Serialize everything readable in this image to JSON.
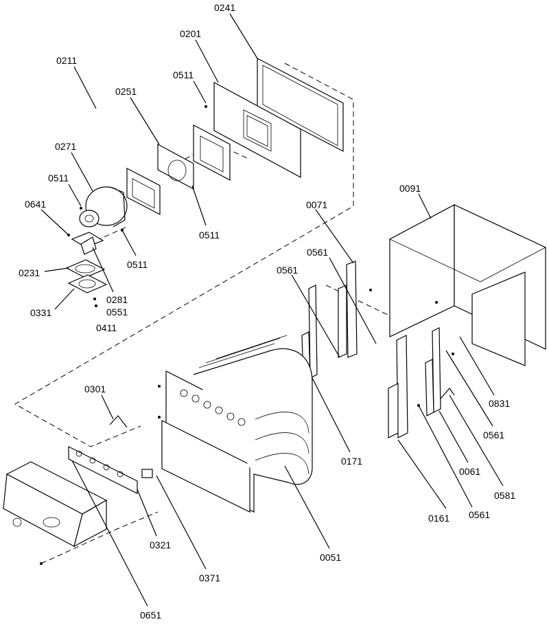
{
  "diagram": {
    "callouts": [
      {
        "id": "c0241",
        "text": "0241"
      },
      {
        "id": "c0201",
        "text": "0201"
      },
      {
        "id": "c0211",
        "text": "0211"
      },
      {
        "id": "c0511a",
        "text": "0511"
      },
      {
        "id": "c0251",
        "text": "0251"
      },
      {
        "id": "c0271",
        "text": "0271"
      },
      {
        "id": "c0511b",
        "text": "0511"
      },
      {
        "id": "c0641",
        "text": "0641"
      },
      {
        "id": "c0511c",
        "text": "0511"
      },
      {
        "id": "c0511d",
        "text": "0511"
      },
      {
        "id": "c0231",
        "text": "0231"
      },
      {
        "id": "c0281",
        "text": "0281"
      },
      {
        "id": "c0331",
        "text": "0331"
      },
      {
        "id": "c0551",
        "text": "0551"
      },
      {
        "id": "c0411",
        "text": "0411"
      },
      {
        "id": "c0071",
        "text": "0071"
      },
      {
        "id": "c0091",
        "text": "0091"
      },
      {
        "id": "c0561a",
        "text": "0561"
      },
      {
        "id": "c0561b",
        "text": "0561"
      },
      {
        "id": "c0301",
        "text": "0301"
      },
      {
        "id": "c0831",
        "text": "0831"
      },
      {
        "id": "c0561c",
        "text": "0561"
      },
      {
        "id": "c0171",
        "text": "0171"
      },
      {
        "id": "c0061",
        "text": "0061"
      },
      {
        "id": "c0581",
        "text": "0581"
      },
      {
        "id": "c0321",
        "text": "0321"
      },
      {
        "id": "c0161",
        "text": "0161"
      },
      {
        "id": "c0561d",
        "text": "0561"
      },
      {
        "id": "c0051",
        "text": "0051"
      },
      {
        "id": "c0371",
        "text": "0371"
      },
      {
        "id": "c0651",
        "text": "0651"
      }
    ]
  }
}
